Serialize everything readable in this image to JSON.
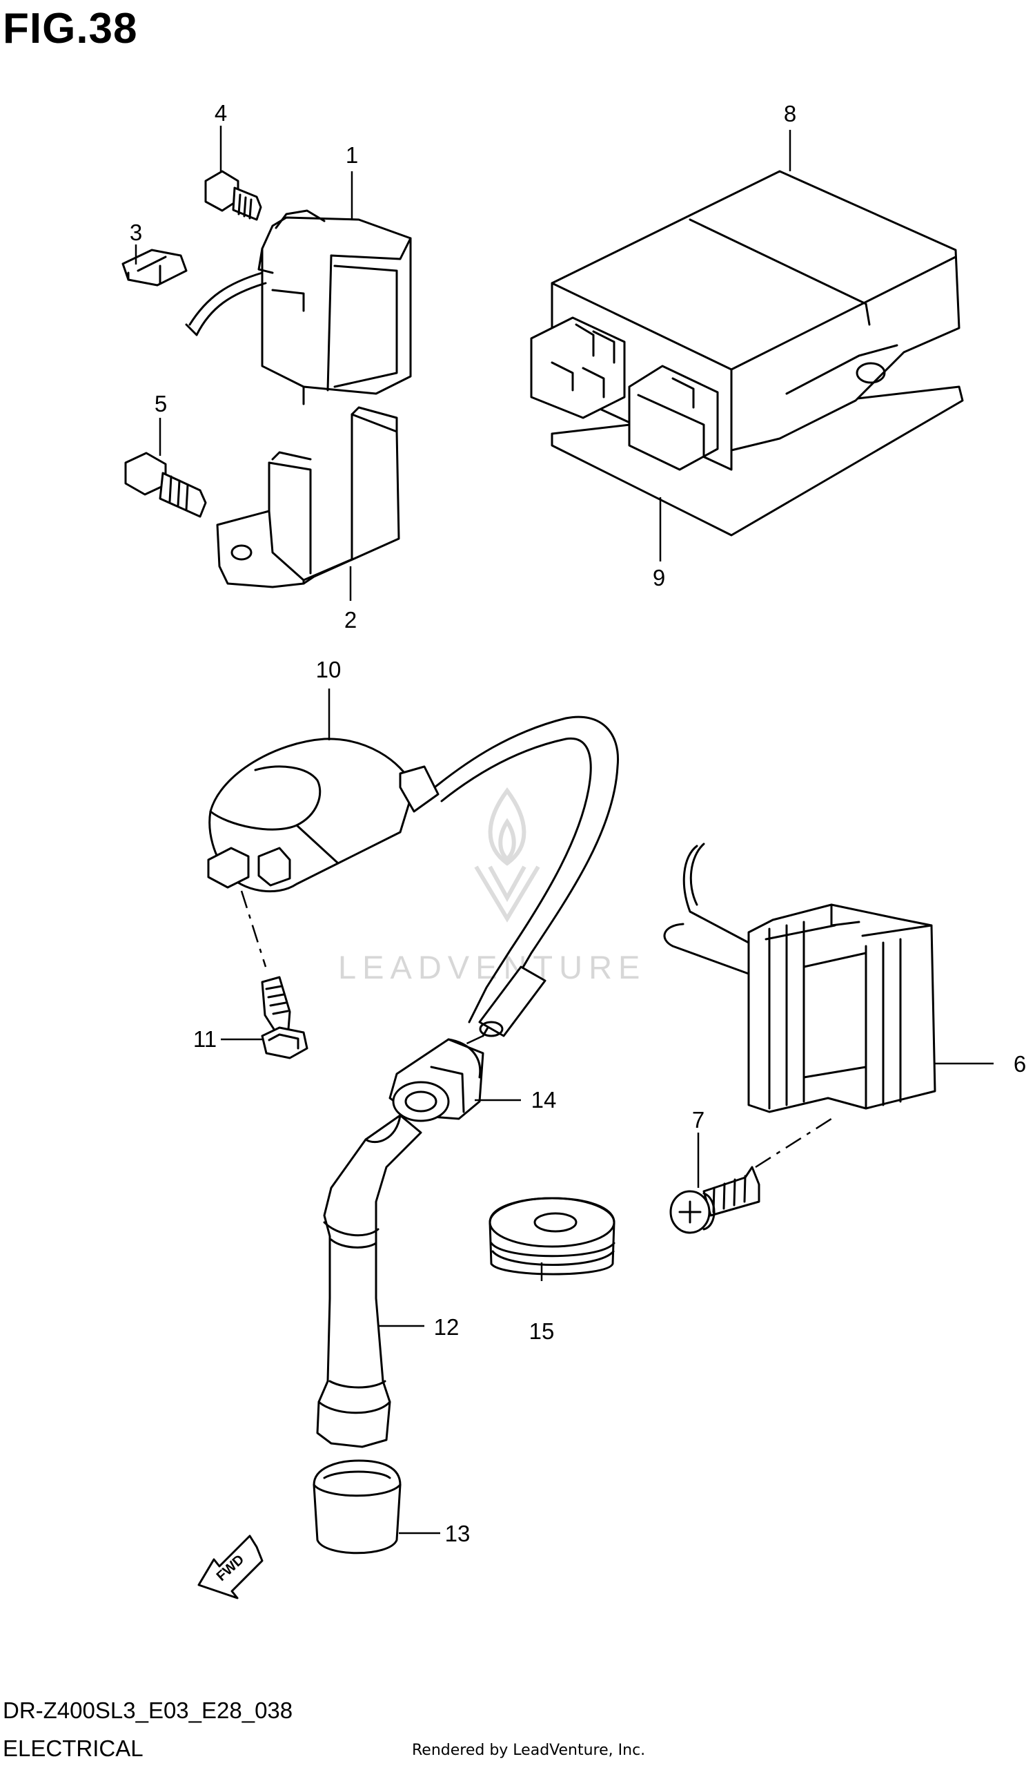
{
  "figure": {
    "title": "FIG.38"
  },
  "callouts": [
    {
      "id": "1",
      "label": "1"
    },
    {
      "id": "2",
      "label": "2"
    },
    {
      "id": "3",
      "label": "3"
    },
    {
      "id": "4",
      "label": "4"
    },
    {
      "id": "5",
      "label": "5"
    },
    {
      "id": "6",
      "label": "6"
    },
    {
      "id": "7",
      "label": "7"
    },
    {
      "id": "8",
      "label": "8"
    },
    {
      "id": "9",
      "label": "9"
    },
    {
      "id": "10",
      "label": "10"
    },
    {
      "id": "11",
      "label": "11"
    },
    {
      "id": "12",
      "label": "12"
    },
    {
      "id": "13",
      "label": "13"
    },
    {
      "id": "14",
      "label": "14"
    },
    {
      "id": "15",
      "label": "15"
    }
  ],
  "direction_marker": {
    "label": "FWD",
    "icon": "fwd-arrow-icon"
  },
  "watermark": {
    "text": "LEADVENTURE",
    "icon": "leadventure-logo-icon"
  },
  "footer": {
    "model_code": "DR-Z400SL3_E03_E28_038",
    "section_name": "ELECTRICAL",
    "rendered_by": "Rendered by LeadVenture, Inc."
  }
}
